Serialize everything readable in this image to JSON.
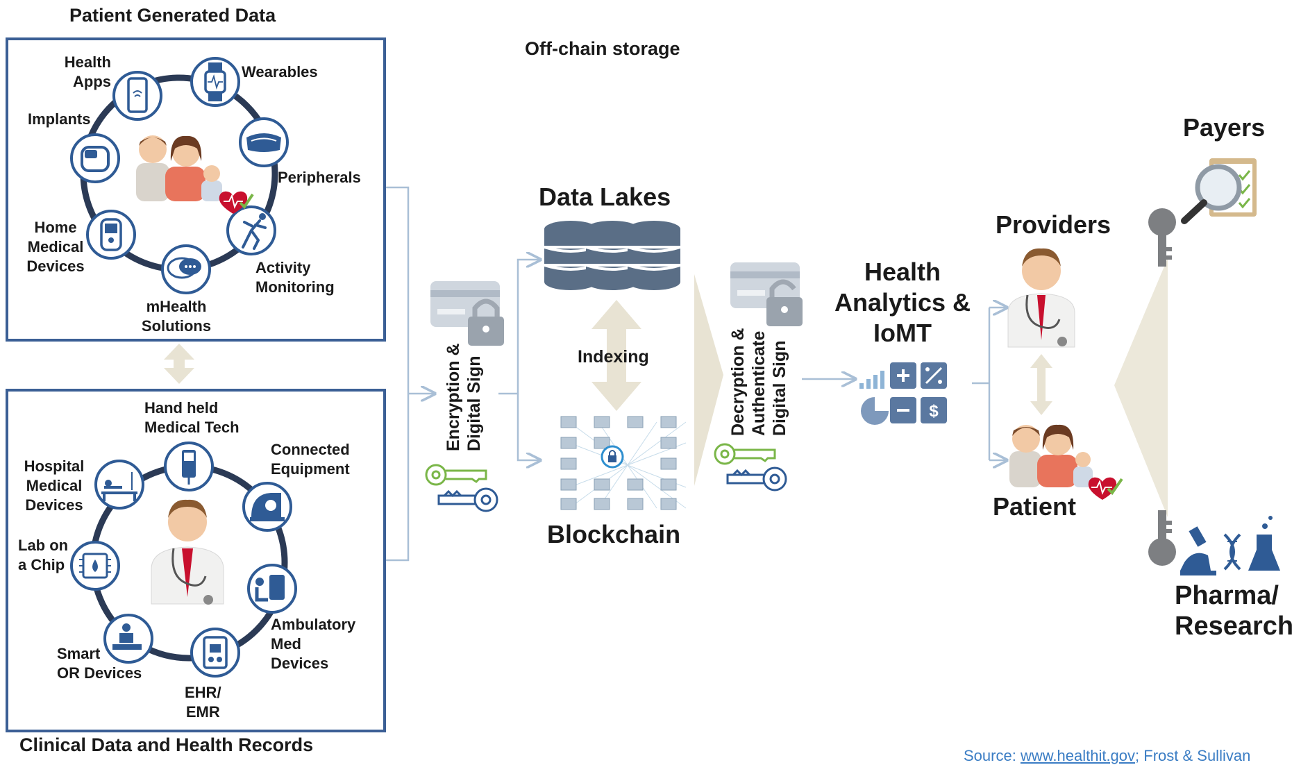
{
  "patient_panel": {
    "title": "Patient Generated Data",
    "items": [
      {
        "label_lines": [
          "Health",
          "Apps"
        ],
        "icon": "smartphone-icon"
      },
      {
        "label_lines": [
          "Wearables"
        ],
        "icon": "smartwatch-icon"
      },
      {
        "label_lines": [
          "Implants"
        ],
        "icon": "implant-icon"
      },
      {
        "label_lines": [
          "Peripherals"
        ],
        "icon": "vr-headset-icon"
      },
      {
        "label_lines": [
          "Home",
          "Medical",
          "Devices"
        ],
        "icon": "glucometer-icon"
      },
      {
        "label_lines": [
          "Activity",
          "Monitoring"
        ],
        "icon": "activity-icon"
      },
      {
        "label_lines": [
          "mHealth",
          "Solutions"
        ],
        "icon": "chat-bubble-icon"
      }
    ]
  },
  "clinical_panel": {
    "title": "Clinical Data and Health Records",
    "items": [
      {
        "label_lines": [
          "Hand held",
          "Medical Tech"
        ],
        "icon": "handheld-device-icon"
      },
      {
        "label_lines": [
          "Connected",
          "Equipment"
        ],
        "icon": "scanner-icon"
      },
      {
        "label_lines": [
          "Hospital",
          "Medical",
          "Devices"
        ],
        "icon": "hospital-bed-icon"
      },
      {
        "label_lines": [
          "Lab on",
          "a Chip"
        ],
        "icon": "chip-icon"
      },
      {
        "label_lines": [
          "Ambulatory",
          "Med",
          "Devices"
        ],
        "icon": "ambulatory-icon"
      },
      {
        "label_lines": [
          "Smart",
          "OR Devices"
        ],
        "icon": "operating-room-icon"
      },
      {
        "label_lines": [
          "EHR/",
          "EMR"
        ],
        "icon": "ehr-tablet-icon"
      }
    ]
  },
  "offchain_label": "Off-chain storage",
  "encryption_label_lines": [
    "Encryption &",
    "Digital Sign"
  ],
  "data_lakes_label": "Data Lakes",
  "indexing_label": "Indexing",
  "blockchain_label": "Blockchain",
  "decryption_label_lines": [
    "Decryption &",
    "Authenticate",
    "Digital Sign"
  ],
  "analytics_label_lines": [
    "Health",
    "Analytics &",
    "IoMT"
  ],
  "providers_label": "Providers",
  "patient_label": "Patient",
  "payers_label": "Payers",
  "pharma_label_lines": [
    "Pharma/",
    "Research"
  ],
  "source": {
    "prefix": "Source: ",
    "link": "www.healthit.gov",
    "suffix": "; Frost & Sullivan"
  },
  "colors": {
    "panel_border": "#3b5f95",
    "icon_blue": "#2f5b95",
    "arrow_beige": "#e8e3d3",
    "key_green": "#7ab648",
    "connector": "#a9bfd6"
  }
}
